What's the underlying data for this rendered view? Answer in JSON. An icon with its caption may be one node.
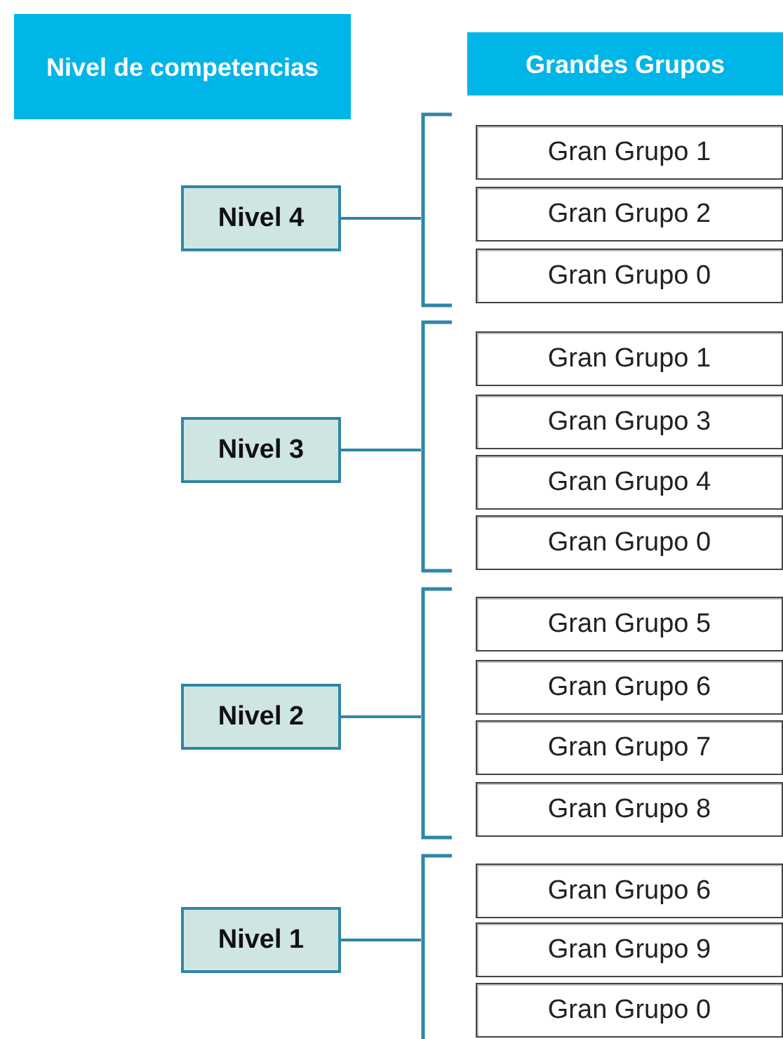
{
  "diagram": {
    "nodes": [
      {
        "text": [
          "Nivel de competencias"
        ]
      },
      {
        "text": [
          "Grandes Grupos"
        ]
      },
      {
        "text": [
          "Nivel 4"
        ]
      },
      {
        "text": [],
        "shape": "bracket"
      },
      {
        "text": [
          "Gran Grupo 1"
        ]
      },
      {
        "text": [
          "Gran Grupo 2"
        ]
      },
      {
        "text": [
          "Gran Grupo 0"
        ]
      },
      {
        "text": [
          "Nivel 3"
        ]
      },
      {
        "text": [],
        "shape": "bracket"
      },
      {
        "text": [
          "Gran Grupo 1"
        ]
      },
      {
        "text": [
          "Gran Grupo 3"
        ]
      },
      {
        "text": [
          "Gran Grupo 4"
        ]
      },
      {
        "text": [
          "Gran Grupo 0"
        ]
      },
      {
        "text": [
          "Nivel 2"
        ]
      },
      {
        "text": [],
        "shape": "bracket"
      },
      {
        "text": [
          "Gran Grupo 5"
        ]
      },
      {
        "text": [
          "Gran Grupo 6"
        ]
      },
      {
        "text": [
          "Gran Grupo 7"
        ]
      },
      {
        "text": [
          "Gran Grupo 8"
        ]
      },
      {
        "text": [
          "Nivel 1"
        ]
      },
      {
        "text": [],
        "shape": "bracket"
      },
      {
        "text": [
          "Gran Grupo 6"
        ]
      },
      {
        "text": [
          "Gran Grupo 9"
        ]
      },
      {
        "text": [
          "Gran Grupo 0"
        ]
      }
    ],
    "edges": [
      {
        "from": 2,
        "to": 3,
        "arrow": "none"
      },
      {
        "from": 7,
        "to": 8,
        "arrow": "none"
      },
      {
        "from": 13,
        "to": 14,
        "arrow": "none"
      },
      {
        "from": 19,
        "to": 20,
        "arrow": "none"
      }
    ]
  }
}
